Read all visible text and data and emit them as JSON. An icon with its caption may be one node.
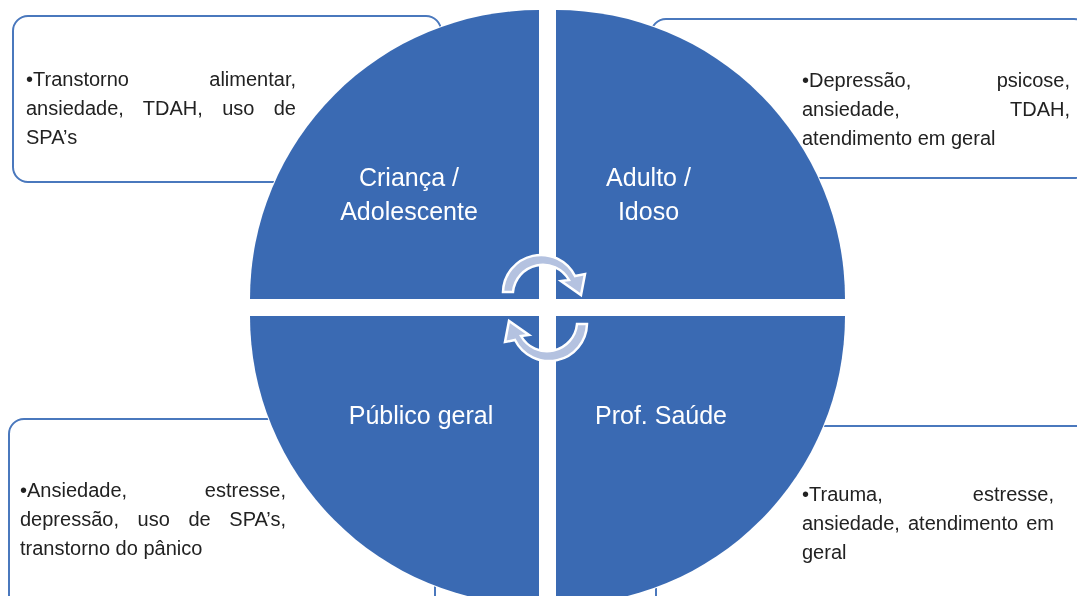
{
  "diagram": {
    "nodes": [
      {
        "text": [
          "Criança / Adolescente"
        ]
      },
      {
        "text": [
          "Adulto / Idoso"
        ]
      },
      {
        "text": [
          "Público geral"
        ]
      },
      {
        "text": [
          "Prof. Saúde"
        ]
      },
      {
        "text": [
          "•Transtorno alimentar, ansiedade, TDAH, uso de SPA’s"
        ]
      },
      {
        "text": [
          "•Depressão, psicose, ansiedade, TDAH, atendimento em geral"
        ]
      },
      {
        "text": [
          "•Ansiedade, estresse, depressão, uso de SPA’s, transtorno do pânico"
        ]
      },
      {
        "text": [
          "•Trauma, estresse, ansiedade, atendimento em geral"
        ]
      }
    ]
  }
}
